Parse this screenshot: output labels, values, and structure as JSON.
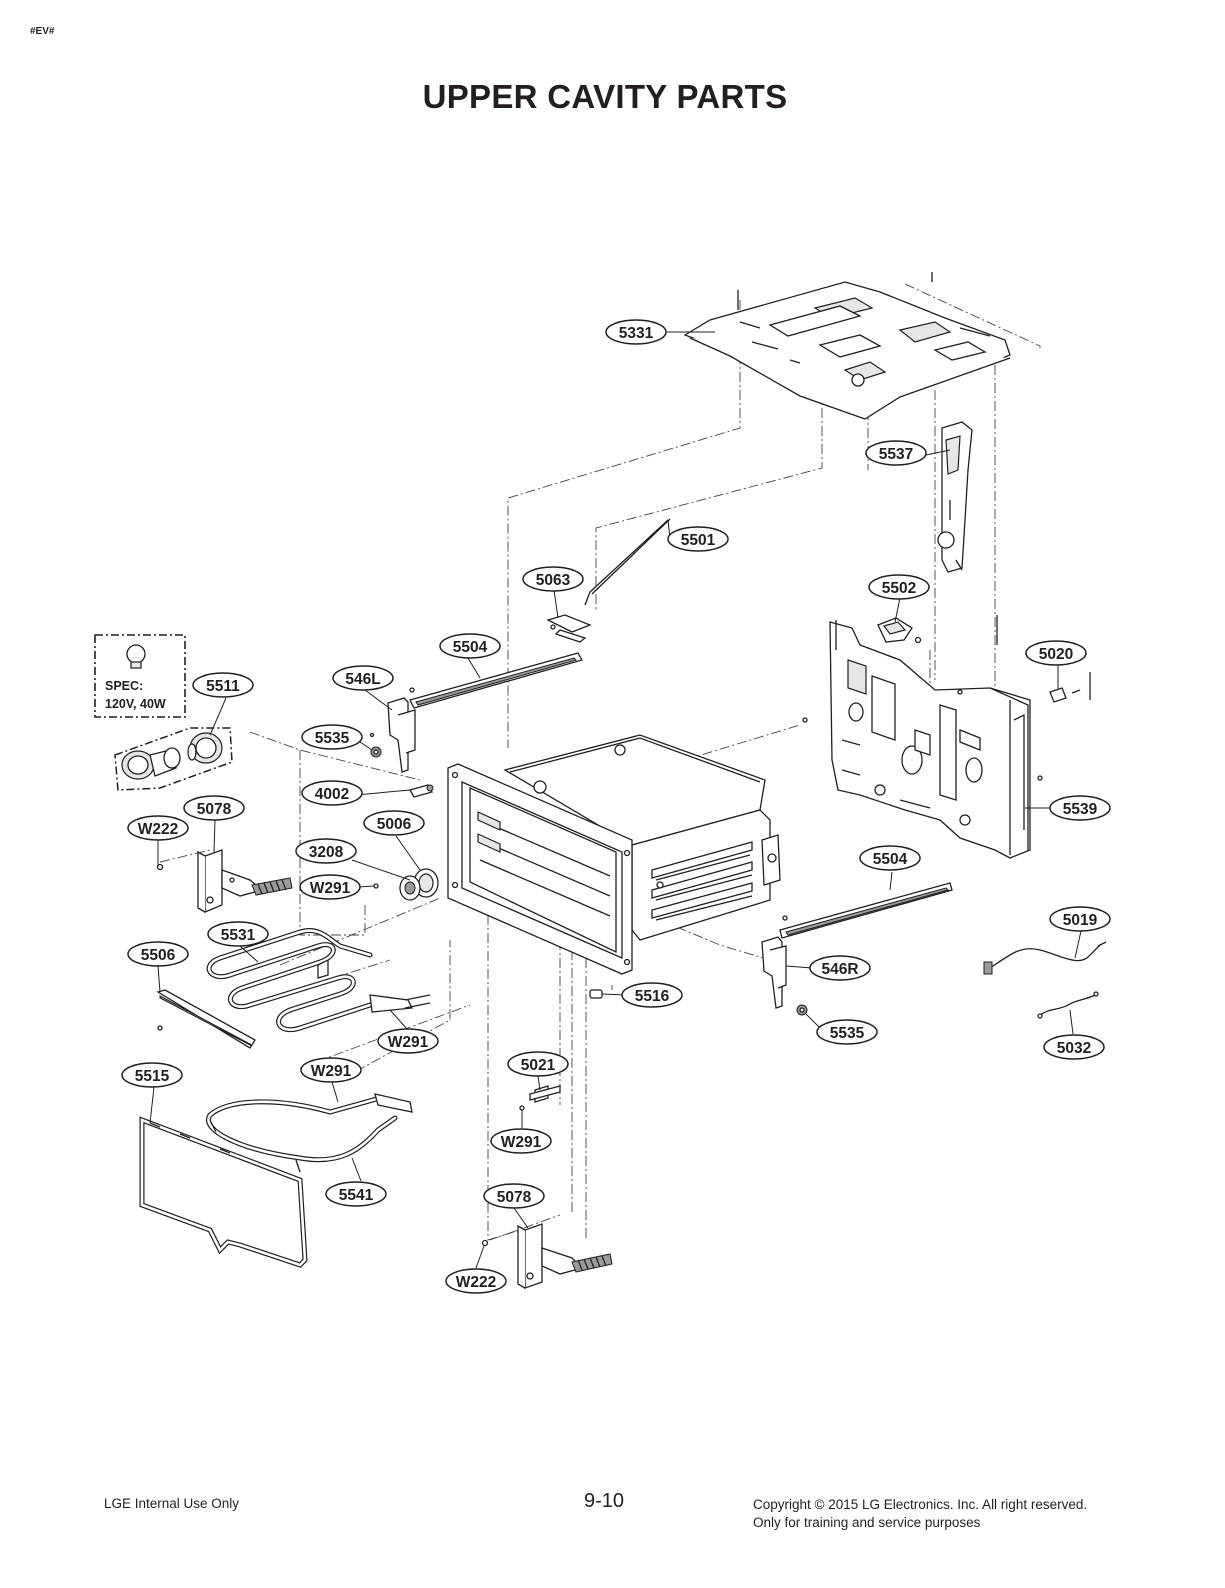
{
  "header": {
    "tag": "#EV#",
    "title": "UPPER CAVITY PARTS"
  },
  "spec_box": {
    "line1": "SPEC:",
    "line2": "120V, 40W"
  },
  "callouts": [
    {
      "id": "c-5331",
      "label": "5331"
    },
    {
      "id": "c-5537",
      "label": "5537"
    },
    {
      "id": "c-5501",
      "label": "5501"
    },
    {
      "id": "c-5063",
      "label": "5063"
    },
    {
      "id": "c-5502",
      "label": "5502"
    },
    {
      "id": "c-5504a",
      "label": "5504"
    },
    {
      "id": "c-5020",
      "label": "5020"
    },
    {
      "id": "c-546L",
      "label": "546L"
    },
    {
      "id": "c-5511",
      "label": "5511"
    },
    {
      "id": "c-5535a",
      "label": "5535"
    },
    {
      "id": "c-4002",
      "label": "4002"
    },
    {
      "id": "c-5539",
      "label": "5539"
    },
    {
      "id": "c-5078a",
      "label": "5078"
    },
    {
      "id": "c-W222a",
      "label": "W222"
    },
    {
      "id": "c-5006",
      "label": "5006"
    },
    {
      "id": "c-3208",
      "label": "3208"
    },
    {
      "id": "c-5504b",
      "label": "5504"
    },
    {
      "id": "c-W291a",
      "label": "W291"
    },
    {
      "id": "c-5019",
      "label": "5019"
    },
    {
      "id": "c-5531",
      "label": "5531"
    },
    {
      "id": "c-5506",
      "label": "5506"
    },
    {
      "id": "c-546R",
      "label": "546R"
    },
    {
      "id": "c-5516",
      "label": "5516"
    },
    {
      "id": "c-5535b",
      "label": "5535"
    },
    {
      "id": "c-W291b",
      "label": "W291"
    },
    {
      "id": "c-5032",
      "label": "5032"
    },
    {
      "id": "c-5515",
      "label": "5515"
    },
    {
      "id": "c-W291c",
      "label": "W291"
    },
    {
      "id": "c-5021",
      "label": "5021"
    },
    {
      "id": "c-W291d",
      "label": "W291"
    },
    {
      "id": "c-5541",
      "label": "5541"
    },
    {
      "id": "c-5078b",
      "label": "5078"
    },
    {
      "id": "c-W222b",
      "label": "W222"
    }
  ],
  "footer": {
    "left": "LGE Internal Use Only",
    "page": "9-10",
    "copyright": "Copyright © 2015 LG Electronics. Inc. All right reserved.",
    "note": "Only for training and service purposes"
  }
}
